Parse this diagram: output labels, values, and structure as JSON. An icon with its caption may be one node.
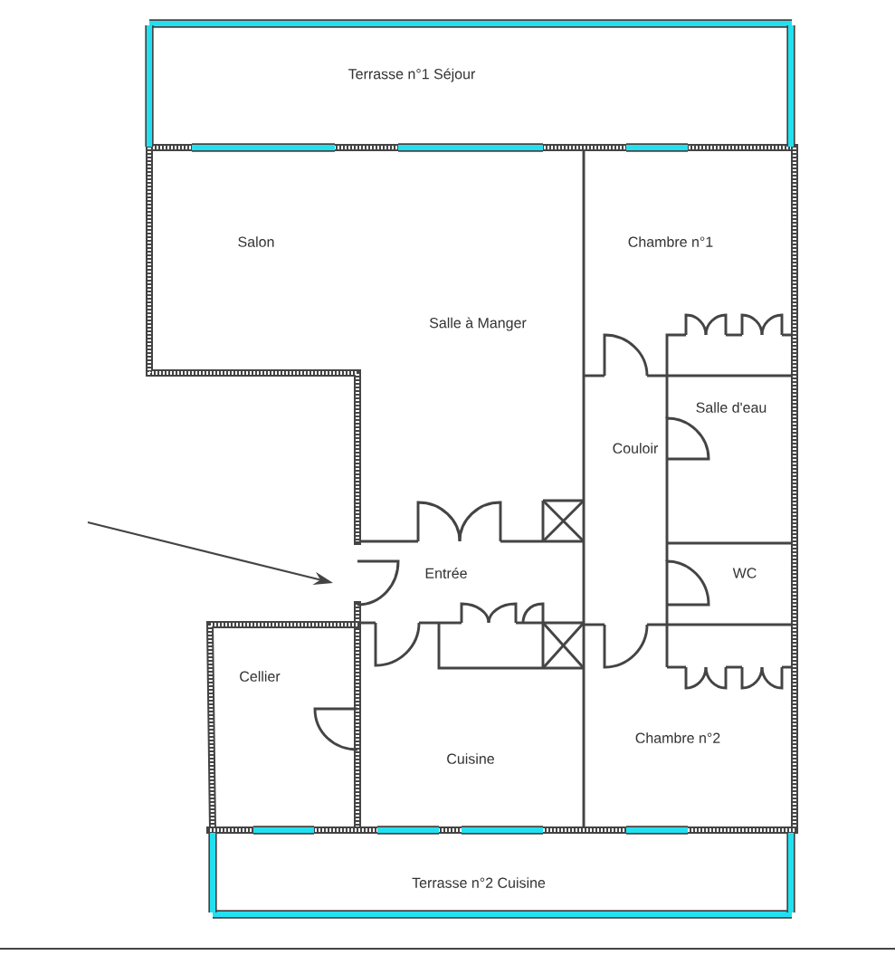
{
  "diagram": {
    "labels": [
      "Terrasse n°1 Séjour",
      "Salon",
      "Chambre n°1",
      "Salle à Manger",
      "Salle d'eau",
      "Couloir",
      "Entrée",
      "WC",
      "Cellier",
      "Chambre n°2",
      "Cuisine",
      "Terrasse n°2 Cuisine"
    ]
  }
}
